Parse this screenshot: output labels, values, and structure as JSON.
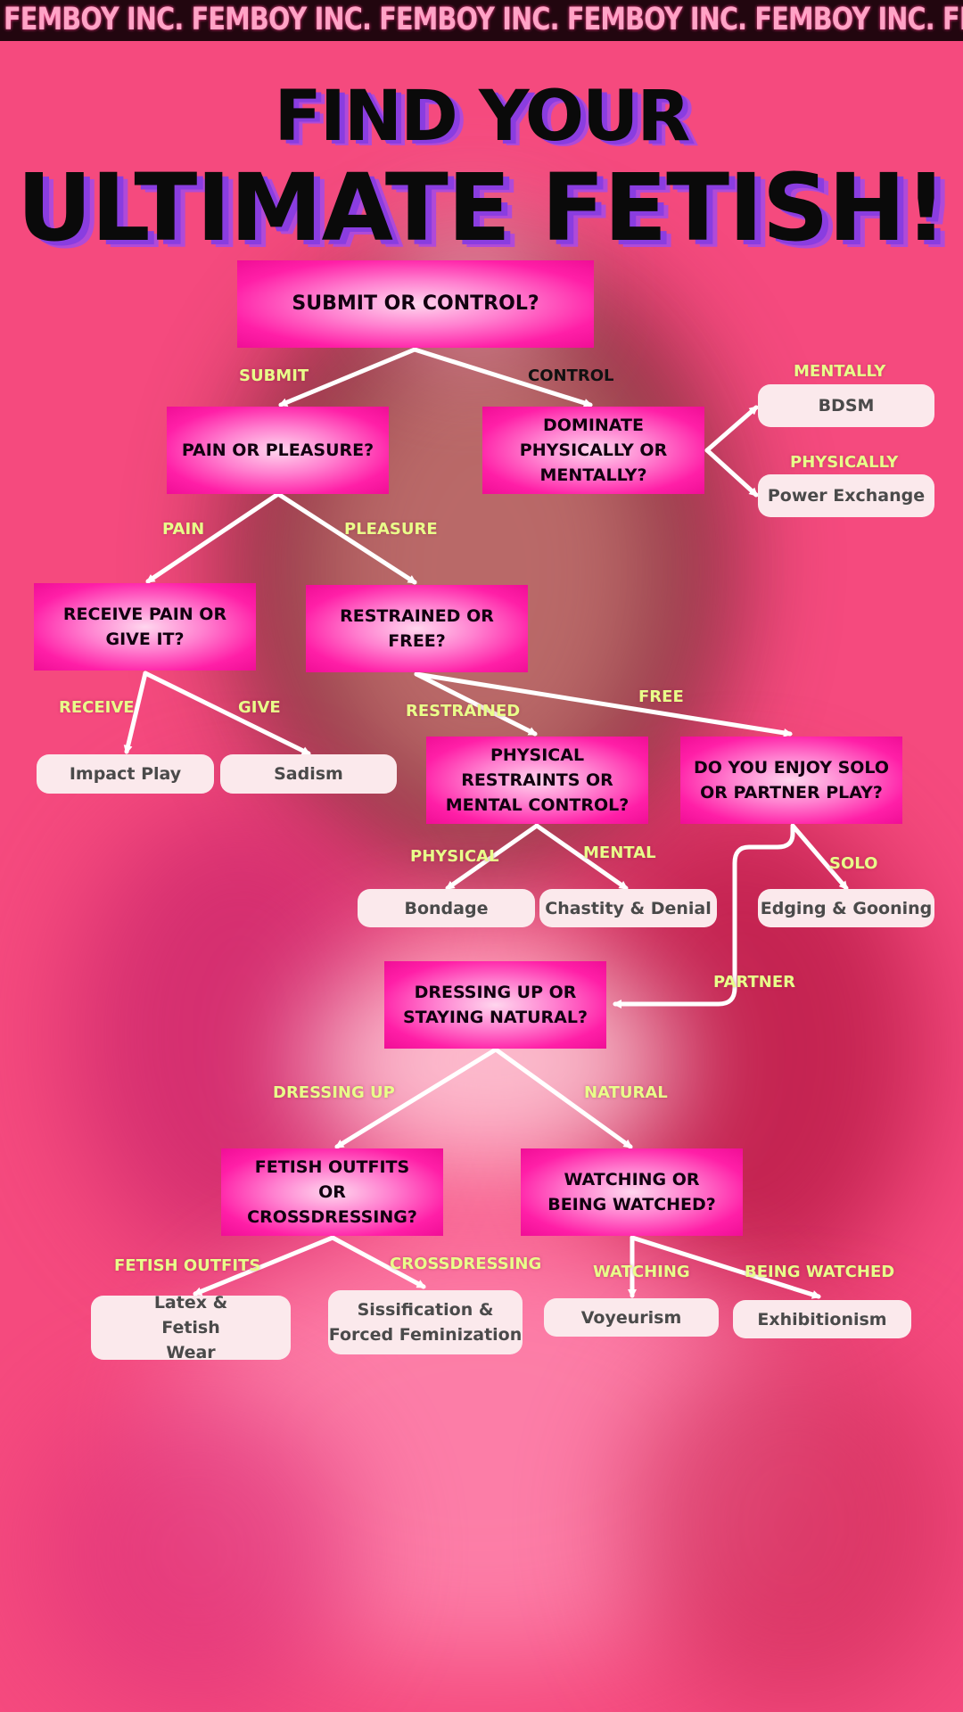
{
  "banner": {
    "text": "FEMBOY INC. FEMBOY INC. FEMBOY INC. FEMBOY INC. FEMBOY INC. FEMBOY INC."
  },
  "title": {
    "line1": "FIND YOUR",
    "line2": "ULTIMATE FETISH!"
  },
  "questions": {
    "submit_control": "SUBMIT OR CONTROL?",
    "pain_pleasure": "PAIN OR PLEASURE?",
    "dominate": "DOMINATE PHYSICALLY OR MENTALLY?",
    "receive_give": "RECEIVE PAIN OR GIVE IT?",
    "restrained_free": "RESTRAINED OR FREE?",
    "physical_mental": "PHYSICAL RESTRAINTS OR MENTAL CONTROL?",
    "solo_partner": "DO YOU ENJOY SOLO OR PARTNER PLAY?",
    "dressing_natural": "DRESSING UP OR STAYING NATURAL?",
    "outfits_cross": "FETISH OUTFITS OR CROSSDRESSING?",
    "watching_watched": "WATCHING OR BEING WATCHED?"
  },
  "results": {
    "bdsm": "BDSM",
    "power_exchange": "Power Exchange",
    "impact_play": "Impact Play",
    "sadism": "Sadism",
    "bondage": "Bondage",
    "chastity": "Chastity & Denial",
    "edging": "Edging & Gooning",
    "latex": "Latex & Fetish Wear",
    "sissification": "Sissification & Forced Feminization",
    "voyeurism": "Voyeurism",
    "exhibitionism": "Exhibitionism"
  },
  "labels": {
    "submit": "SUBMIT",
    "control": "CONTROL",
    "mentally": "MENTALLY",
    "physically": "PHYSICALLY",
    "pain": "PAIN",
    "pleasure": "PLEASURE",
    "receive": "RECEIVE",
    "give": "GIVE",
    "restrained": "RESTRAINED",
    "free": "FREE",
    "physical": "PHYSICAL",
    "mental": "MENTAL",
    "solo": "SOLO",
    "partner": "PARTNER",
    "dressing_up": "DRESSING UP",
    "natural": "NATURAL",
    "fetish_outfits": "FETISH OUTFITS",
    "crossdressing": "CROSSDRESSING",
    "watching": "WATCHING",
    "being_watched": "BEING WATCHED"
  },
  "colors": {
    "background": "#f54a7e",
    "banner_bg": "#22060f",
    "banner_text": "#ffa3c6",
    "question_box": "#ff1fa7",
    "result_box": "#fbe9ec",
    "branch_label": "#e9ff8a",
    "arrow": "#ffffff"
  }
}
